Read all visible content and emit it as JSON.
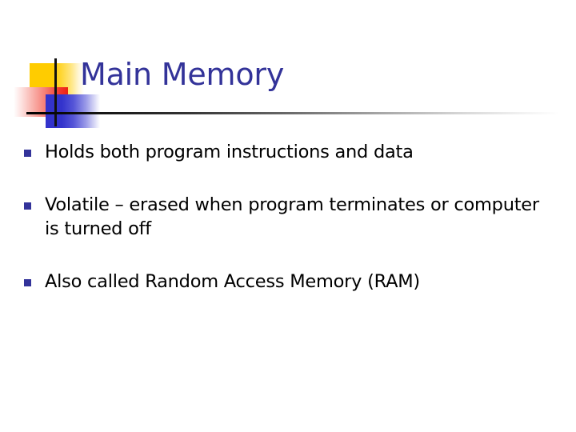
{
  "slide": {
    "title": "Main Memory",
    "title_color": "#333399",
    "background_color": "#ffffff",
    "body_text_color": "#000000",
    "bullet_marker_color": "#33339a",
    "decoration": {
      "gold_square_color": "#ffcc00",
      "red_square_color": "#ee2211",
      "blue_square_color": "#3333cc",
      "rule_color": "#000000"
    },
    "bullets": [
      {
        "text": "Holds both program instructions and data"
      },
      {
        "text": "Volatile – erased when program terminates or computer is turned off"
      },
      {
        "text": "Also called Random Access Memory (RAM)"
      }
    ]
  }
}
